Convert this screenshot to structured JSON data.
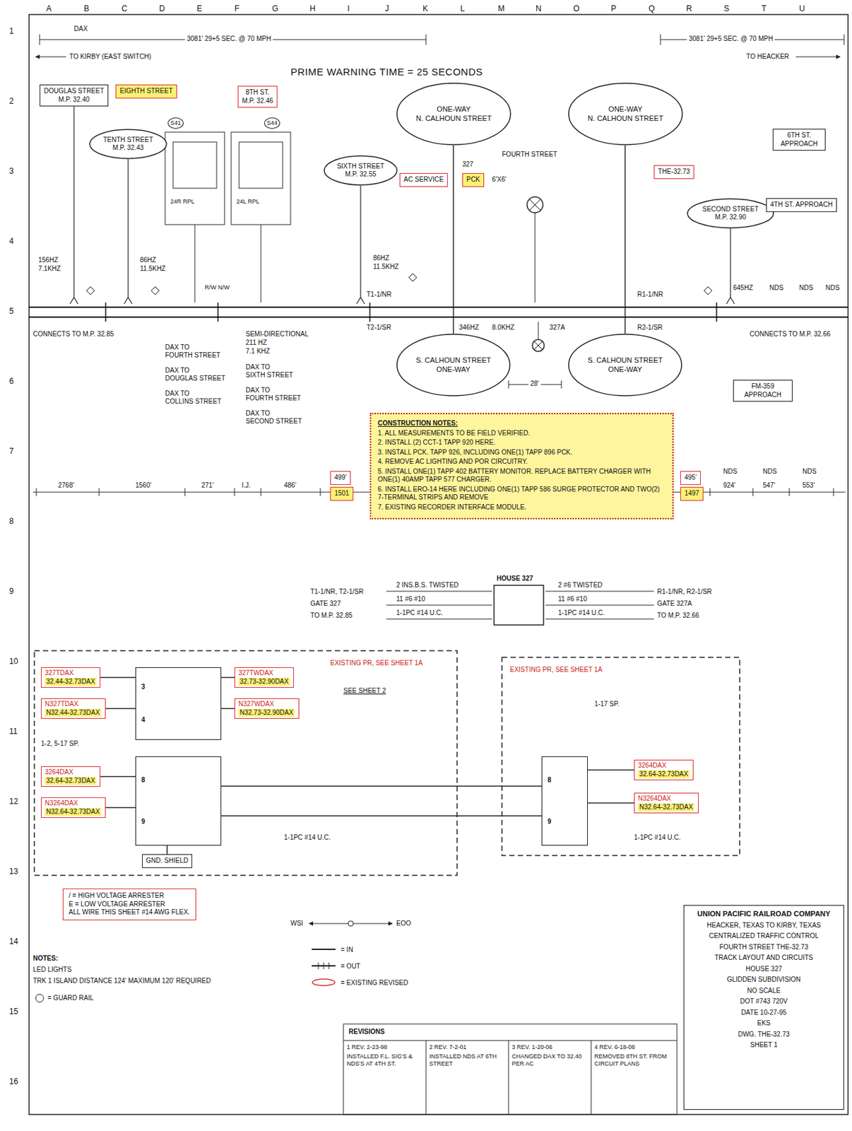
{
  "diagram": {
    "nodes": [
      {
        "text": [
          "DOUGLAS STREET",
          "M.P. 32.40"
        ]
      },
      {
        "text": [
          "EIGHTH STREET"
        ]
      },
      {
        "text": [
          "TENTH STREET",
          "M.P. 32.43"
        ]
      },
      {
        "text": [
          "8TH ST.",
          "M.P. 32.46"
        ]
      },
      {
        "text": [
          "SIXTH STREET",
          "M.P. 32.55"
        ]
      },
      {
        "text": [
          "ONE-WAY",
          "N. CALHOUN STREET"
        ]
      },
      {
        "text": [
          "AC SERVICE"
        ]
      },
      {
        "text": [
          "PCK"
        ]
      },
      {
        "text": [
          "ONE-WAY",
          "N. CALHOUN STREET"
        ]
      },
      {
        "text": [
          "THE-32.73"
        ]
      },
      {
        "text": [
          "SECOND STREET",
          "M.P. 32.90"
        ]
      },
      {
        "text": [
          "4TH ST. APPROACH"
        ]
      },
      {
        "text": [
          "6TH ST. APPROACH"
        ]
      },
      {
        "text": [
          "S. CALHOUN STREET",
          "ONE-WAY"
        ]
      },
      {
        "text": [
          "S. CALHOUN STREET",
          "ONE-WAY"
        ]
      },
      {
        "text": [
          "FM-359 APPROACH"
        ]
      },
      {
        "text": [
          "CONSTRUCTION NOTES:",
          "1. ALL MEASUREMENTS TO BE FIELD VERIFIED.",
          "2. INSTALL (2) CCT-1 TAPP 920 HERE.",
          "3. INSTALL PCK. TAPP 926, INCLUDING ONE(1) TAPP 896 PCK.",
          "4. REMOVE AC LIGHTING AND POR CIRCUITRY.",
          "5. INSTALL ONE(1) TAPP 402 BATTERY MONITOR. REPLACE BATTERY CHARGER WITH ONE(1) 40AMP TAPP 577 CHARGER.",
          "6. INSTALL ERO-14 HERE INCLUDING ONE(1) TAPP 586 SURGE PROTECTOR AND TWO(2) 7-TERMINAL STRIPS AND REMOVE",
          "7. EXISTING RECORDER INTERFACE MODULE."
        ]
      },
      {
        "text": [
          "499'"
        ]
      },
      {
        "text": [
          "1501"
        ]
      },
      {
        "text": [
          "495'"
        ]
      },
      {
        "text": [
          "1497"
        ]
      },
      {
        "text": [
          "327TDAX",
          "32.44-32.73DAX"
        ]
      },
      {
        "text": [
          "N327TDAX",
          "N32.44-32.73DAX"
        ]
      },
      {
        "text": [
          "3",
          "4"
        ]
      },
      {
        "text": [
          "327TWDAX",
          "32.73-32.90DAX"
        ]
      },
      {
        "text": [
          "N327WDAX",
          "N32.73-32.90DAX"
        ]
      },
      {
        "text": [
          "3264DAX",
          "32.64-32.73DAX"
        ]
      },
      {
        "text": [
          "N3264DAX",
          "N32.64-32.73DAX"
        ]
      },
      {
        "text": [
          "8",
          "9"
        ]
      },
      {
        "text": [
          "GND. SHIELD"
        ]
      },
      {
        "text": [
          "8",
          "9"
        ]
      },
      {
        "text": [
          "3264DAX",
          "32.64-32.73DAX"
        ]
      },
      {
        "text": [
          "N3264DAX",
          "N32.64-32.73DAX"
        ]
      },
      {
        "text": [
          "/ = HIGH VOLTAGE ARRESTER",
          "E = LOW VOLTAGE ARRESTER",
          "ALL WIRE THIS SHEET #14 AWG FLEX."
        ]
      },
      {
        "text": [
          "UNION PACIFIC RAILROAD COMPANY",
          "HEACKER, TEXAS TO KIRBY, TEXAS",
          "CENTRALIZED TRAFFIC CONTROL",
          "FOURTH STREET THE-32.73",
          "TRACK LAYOUT AND CIRCUITS",
          "HOUSE 327",
          "GLIDDEN SUBDIVISION",
          "NO SCALE",
          "DOT #743 720V",
          "DATE 10-27-95",
          "EKS",
          "DWG. THE-32.73",
          "SHEET 1"
        ]
      }
    ],
    "edges": [
      {
        "from": 5,
        "to": 13,
        "arrow": "none"
      },
      {
        "from": 8,
        "to": 14,
        "arrow": "none"
      },
      {
        "from": 21,
        "to": 23,
        "arrow": "none"
      },
      {
        "from": 22,
        "to": 23,
        "arrow": "none"
      },
      {
        "from": 23,
        "to": 24,
        "arrow": "none"
      },
      {
        "from": 23,
        "to": 25,
        "arrow": "none"
      },
      {
        "from": 26,
        "to": 28,
        "arrow": "none"
      },
      {
        "from": 27,
        "to": 28,
        "arrow": "none"
      },
      {
        "from": 28,
        "to": 30,
        "arrow": "none"
      },
      {
        "from": 28,
        "to": 30,
        "arrow": "none"
      },
      {
        "from": 31,
        "to": 30,
        "arrow": "none"
      },
      {
        "from": 32,
        "to": 30,
        "arrow": "none"
      },
      {
        "from": 28,
        "to": 29,
        "arrow": "none"
      }
    ],
    "labels": [
      "A",
      "B",
      "C",
      "D",
      "E",
      "F",
      "G",
      "H",
      "I",
      "J",
      "K",
      "L",
      "M",
      "N",
      "O",
      "P",
      "Q",
      "R",
      "S",
      "T",
      "U",
      "1",
      "2",
      "3",
      "4",
      "5",
      "6",
      "7",
      "8",
      "9",
      "10",
      "11",
      "12",
      "13",
      "14",
      "15",
      "16",
      "DAX",
      "3081' 29+5 SEC. @ 70 MPH",
      "TO KIRBY (EAST SWITCH)",
      "PRIME WARNING TIME = 25 SECONDS",
      "3081' 29+5 SEC. @ 70 MPH",
      "TO HEACKER",
      "156HZ",
      "7.1KHZ",
      "86HZ",
      "11.5KHZ",
      "S41",
      "S44",
      "24R RPL",
      "24L RPL",
      "R/W N/W",
      "86HZ",
      "11.5KHZ",
      "327",
      "6'X6'",
      "FOURTH STREET",
      "T1-1/NR",
      "T2-1/SR",
      "346HZ",
      "8.0KHZ",
      "327A",
      "28'",
      "R1-1/NR",
      "R2-1/SR",
      "645HZ",
      "NDS",
      "NDS",
      "NDS",
      "CONNECTS TO M.P. 32.85",
      "CONNECTS TO M.P. 32.66",
      "SEMI-DIRECTIONAL",
      "211 HZ",
      "7.1 KHZ",
      "DAX TO",
      "FOURTH STREET",
      "DAX TO",
      "DOUGLAS STREET",
      "DAX TO",
      "COLLINS STREET",
      "DAX TO",
      "SIXTH STREET",
      "DAX TO",
      "FOURTH STREET",
      "DAX TO",
      "SECOND STREET",
      "2768'",
      "1560'",
      "271'",
      "I.J.",
      "486'",
      "924'",
      "547'",
      "553'",
      "NDS",
      "NDS",
      "NDS",
      "HOUSE 327",
      "T1-1/NR, T2-1/SR",
      "GATE 327",
      "TO M.P. 32.85",
      "2 INS.B.S. TWISTED",
      "11 #6 #10",
      "1-1PC #14 U.C.",
      "2 #6 TWISTED",
      "11 #6 #10",
      "1-1PC #14 U.C.",
      "R1-1/NR, R2-1/SR",
      "GATE 327A",
      "TO M.P. 32.66",
      "EXISTING PR, SEE SHEET 1A",
      "SEE SHEET 2",
      "1-2, 5-17 SP.",
      "1-1PC #14 U.C.",
      "EXISTING PR, SEE SHEET 1A",
      "1-17 SP.",
      "1-1PC #14 U.C.",
      "NOTES:",
      "LED LIGHTS",
      "TRK 1 ISLAND DISTANCE 124' MAXIMUM 120' REQUIRED",
      "= GUARD RAIL",
      "WSI",
      "EOO",
      "REVISIONS",
      "1 REV. 2-23-98",
      "INSTALLED F.L. SIG'S & NDS'S AT 4TH ST.",
      "2 REV. 7-2-01",
      "INSTALLED NDS AT 6TH STREET",
      "3 REV. 1-20-06",
      "CHANGED DAX TO 32.40 PER AC",
      "4 REV. 6-18-08",
      "REMOVED 8TH ST. FROM CIRCUIT PLANS"
    ],
    "legend": [
      {
        "text": "= IN"
      },
      {
        "text": "= OUT"
      },
      {
        "text": "= EXISTING REVISED"
      }
    ]
  }
}
